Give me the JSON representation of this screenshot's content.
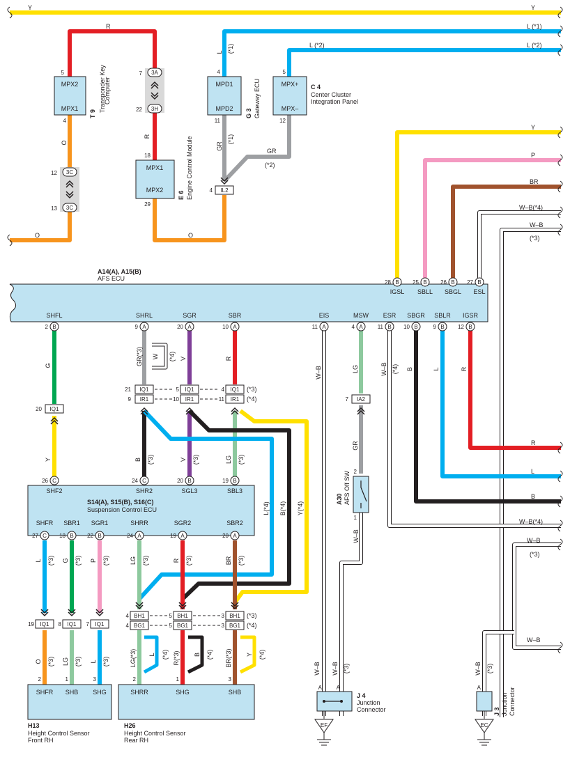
{
  "wire_codes": {
    "Y": "Y",
    "R": "R",
    "L": "L",
    "L1": "L (*1)",
    "L2": "L (*2)",
    "O": "O",
    "GR": "GR",
    "G": "G",
    "V": "V",
    "B": "B",
    "P": "P",
    "BR": "BR",
    "LG": "LG",
    "WB": "W–B",
    "WB4": "W–B(*4)",
    "GR3": "GR(*3)",
    "W": "W",
    "L4": "L(*4)",
    "B4": "B(*4)",
    "Y4": "Y(*4)",
    "LG3": "LG(*3)",
    "R3": "R(*3)",
    "BR3": "BR(*3)"
  },
  "notes": {
    "n1": "(*1)",
    "n2": "(*2)",
    "n3": "(*3)",
    "n4": "(*4)"
  },
  "colors": {
    "Y": "#ffe000",
    "R": "#e31e24",
    "L": "#00aeef",
    "O": "#f7941d",
    "GR": "#9d9fa2",
    "G": "#00a651",
    "V": "#7f3f98",
    "B": "#231f20",
    "P": "#f49ac1",
    "BR": "#a0522d",
    "LG": "#8dc99e",
    "W": "#ffffff",
    "ecu": "#bfe3f2"
  },
  "components": {
    "t9": {
      "code": "T 9",
      "name": "Transponder Key",
      "name2": "Computer",
      "term_top": "MPX2",
      "term_bot": "MPX1"
    },
    "e6": {
      "code": "E 6",
      "name": "Engine Control Module",
      "term_top": "MPX1",
      "term_bot": "MPX2"
    },
    "g3": {
      "code": "G 3",
      "name": "Gateway ECU",
      "term_top": "MPD1",
      "term_bot": "MPD2"
    },
    "c4": {
      "code": "C 4",
      "name": "Center Cluster",
      "name2": "Integration Panel",
      "term_top": "MPX+",
      "term_bot": "MPX–"
    },
    "afs": {
      "code": "A14(A), A15(B)",
      "name": "AFS ECU",
      "top_terms": [
        "IGSL",
        "SBLL",
        "SBGL",
        "ESL"
      ],
      "bot_terms": [
        "SHFL",
        "SHRL",
        "SGR",
        "SBR",
        "EIS",
        "MSW",
        "ESR",
        "SBGR",
        "SBLR",
        "IGSR"
      ]
    },
    "susp": {
      "code": "S14(A), S15(B), S16(C)",
      "name": "Suspension Control ECU",
      "top_terms": [
        "SHF2",
        "SHR2",
        "SGL3",
        "SBL3"
      ],
      "bot_terms": [
        "SHFR",
        "SBR1",
        "SGR1",
        "SHRR",
        "SGR2",
        "SBR2"
      ]
    },
    "a30": {
      "code": "A30",
      "name": "AFS Off SW"
    },
    "h13": {
      "code": "H13",
      "name": "Height Control Sensor",
      "name2": "Front RH",
      "terms": [
        "SHFR",
        "SHB",
        "SHG"
      ]
    },
    "h26": {
      "code": "H26",
      "name": "Height Control Sensor",
      "name2": "Rear RH",
      "terms": [
        "SHRR",
        "SHG",
        "SHB"
      ]
    },
    "j4": {
      "code": "J 4",
      "name": "Junction",
      "name2": "Connector"
    },
    "j3": {
      "code": "J 3",
      "name": "Junction",
      "name2": "Connector"
    }
  },
  "connectors": {
    "c3A": "3A",
    "c3H": "3H",
    "c3C": "3C",
    "IL2": "IL2",
    "IQ1": "IQ1",
    "IR1": "IR1",
    "IA2": "IA2",
    "BH1": "BH1",
    "BG1": "BG1"
  },
  "grounds": {
    "EF": "EF",
    "EC": "EC"
  },
  "pins": {
    "t9_top": "5",
    "t9_bot": "4",
    "c3A": "7",
    "c3H": "22",
    "e6_top": "18",
    "e6_bot": "29",
    "c3C_top": "12",
    "c3C_bot": "13",
    "g3_top": "4",
    "g3_bot": "11",
    "c4_top": "5",
    "c4_bot": "12",
    "il2": "4",
    "afs_top": [
      "28",
      "25",
      "26",
      "27"
    ],
    "afs_top_letter": "B",
    "afs_bot": [
      "2",
      "9",
      "20",
      "10",
      "11",
      "4",
      "11",
      "10",
      "9",
      "12"
    ],
    "afs_bot_letter": [
      "B",
      "A",
      "A",
      "A",
      "A",
      "A",
      "B",
      "B",
      "B",
      "B"
    ],
    "iq_row": [
      "21",
      "5",
      "4"
    ],
    "ir_row": [
      "9",
      "10",
      "11"
    ],
    "iq_shfl": "20",
    "ia2": "7",
    "susp_top": [
      "26",
      "24",
      "20",
      "19"
    ],
    "susp_top_letter": [
      "C",
      "C",
      "B",
      "B"
    ],
    "susp_bot": [
      "27",
      "18",
      "22",
      "24",
      "19",
      "20"
    ],
    "susp_bot_letter": [
      "C",
      "B",
      "B",
      "A",
      "A",
      "A"
    ],
    "iq_bot": [
      "19",
      "8",
      "7"
    ],
    "bh_row": [
      "4",
      "5",
      "3"
    ],
    "bg_row": [
      "4",
      "5",
      "3"
    ],
    "h13": [
      "2",
      "1",
      "3"
    ],
    "h26": [
      "2",
      "1",
      "3"
    ],
    "a30_top": "2",
    "a30_bot": "1",
    "j_a": "A"
  }
}
